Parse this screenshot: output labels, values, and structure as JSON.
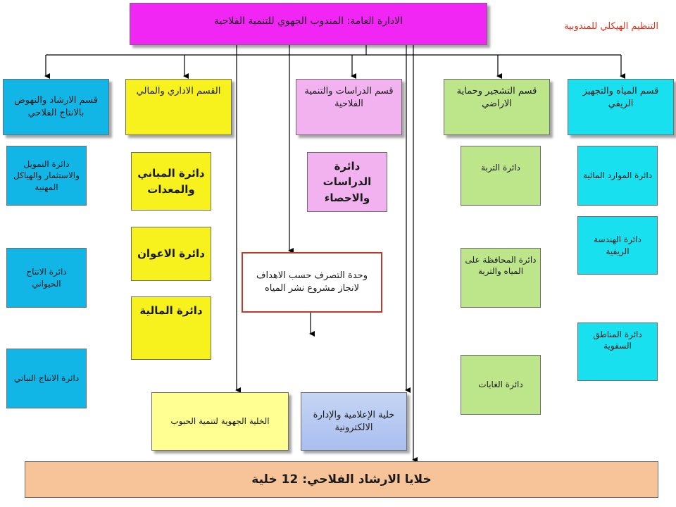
{
  "title": "التنظيم الهيكلي للمندوبية",
  "director": "الادارة العامة: المندوب الجهوي للتنمية الفلاحية",
  "departments": [
    "قسم الارشاد والنهوض بالانتاج الفلاحي",
    "القسم الاداري والمالي",
    "قسم الدراسات والتنمية الفلاحية",
    "قسم التشجير وحماية الاراضي",
    "قسم المياه والتجهيز الريفي"
  ],
  "divisions": {
    "extension": [
      "دائرة التمويل والاستثمار والهياكل المهنية",
      "دائرة الانتاج الحيواني",
      "دائرة الانتاج النباتي"
    ],
    "admin": [
      "دائرة المباني والمعدات",
      "دائرة الاعوان",
      "دائرة المالية"
    ],
    "studies": [
      "دائرة الدراسات والاحصاء"
    ],
    "forestry": [
      "دائرة التربة",
      "دائرة المحافظة على المياه والتربة",
      "دائرة الغابات"
    ],
    "water": [
      "دائرة الموارد المائية",
      "دائرة الهندسة الريفية",
      "دائرة المناطق السقوية"
    ]
  },
  "unit": "وحدة التصرف حسب الاهداف لانجاز مشروع نشر المياه",
  "cells": {
    "grains": "الخلية الجهوية لتنمية الحبوب",
    "media": "خلية الإعلامية والإدارة الالكترونية",
    "extension": "خلايا الارشاد الفلاحي: 12 خلية"
  },
  "colors": {
    "director": "#f126f5",
    "extension": "#11b5e6",
    "admin": "#f7f21d",
    "studies": "#f2b2ef",
    "forestry": "#bde68a",
    "water": "#19e0ef",
    "title": "#e8301c"
  }
}
